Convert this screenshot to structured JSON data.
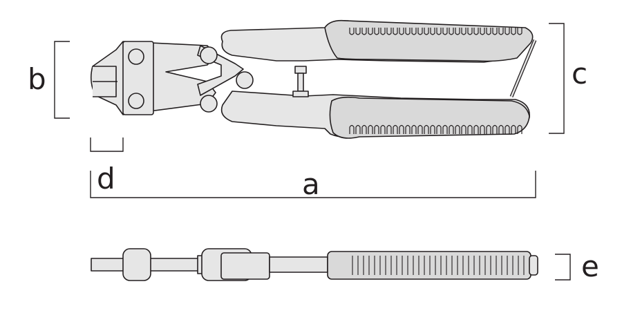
{
  "dimensions": {
    "a": "a",
    "b": "b",
    "c": "c",
    "d": "d",
    "e": "e"
  },
  "colors": {
    "stroke": "#231f20",
    "fill": "#e6e6e6",
    "grip": "#d9d9d9",
    "background": "#ffffff"
  }
}
